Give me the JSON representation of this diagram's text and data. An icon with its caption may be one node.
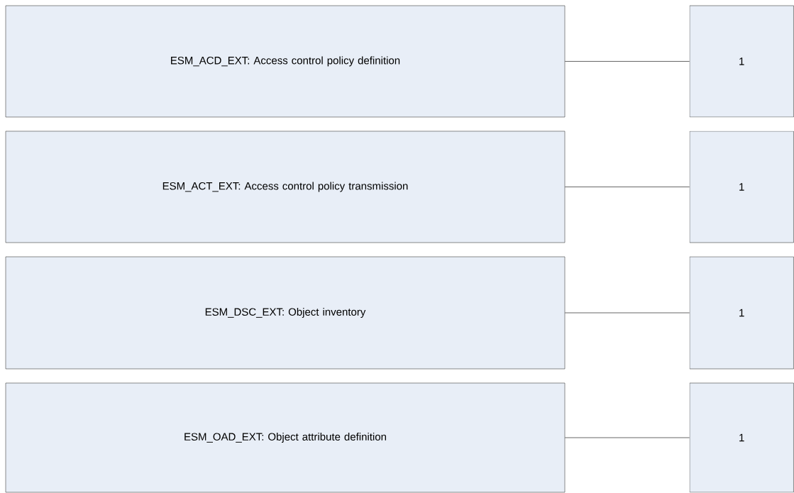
{
  "diagram": {
    "nodes": [
      {
        "text": [
          "ESM_ACD_EXT: Access control policy definition"
        ]
      },
      {
        "text": [
          "1"
        ]
      },
      {
        "text": [
          "ESM_ACT_EXT: Access control policy transmission"
        ]
      },
      {
        "text": [
          "1"
        ]
      },
      {
        "text": [
          "ESM_DSC_EXT: Object inventory"
        ]
      },
      {
        "text": [
          "1"
        ]
      },
      {
        "text": [
          "ESM_OAD_EXT: Object attribute definition"
        ]
      },
      {
        "text": [
          "1"
        ]
      }
    ],
    "edges": [
      {
        "from": 0,
        "to": 1,
        "arrow": "none"
      },
      {
        "from": 2,
        "to": 3,
        "arrow": "none"
      },
      {
        "from": 4,
        "to": 5,
        "arrow": "none"
      },
      {
        "from": 6,
        "to": 7,
        "arrow": "none"
      }
    ]
  }
}
